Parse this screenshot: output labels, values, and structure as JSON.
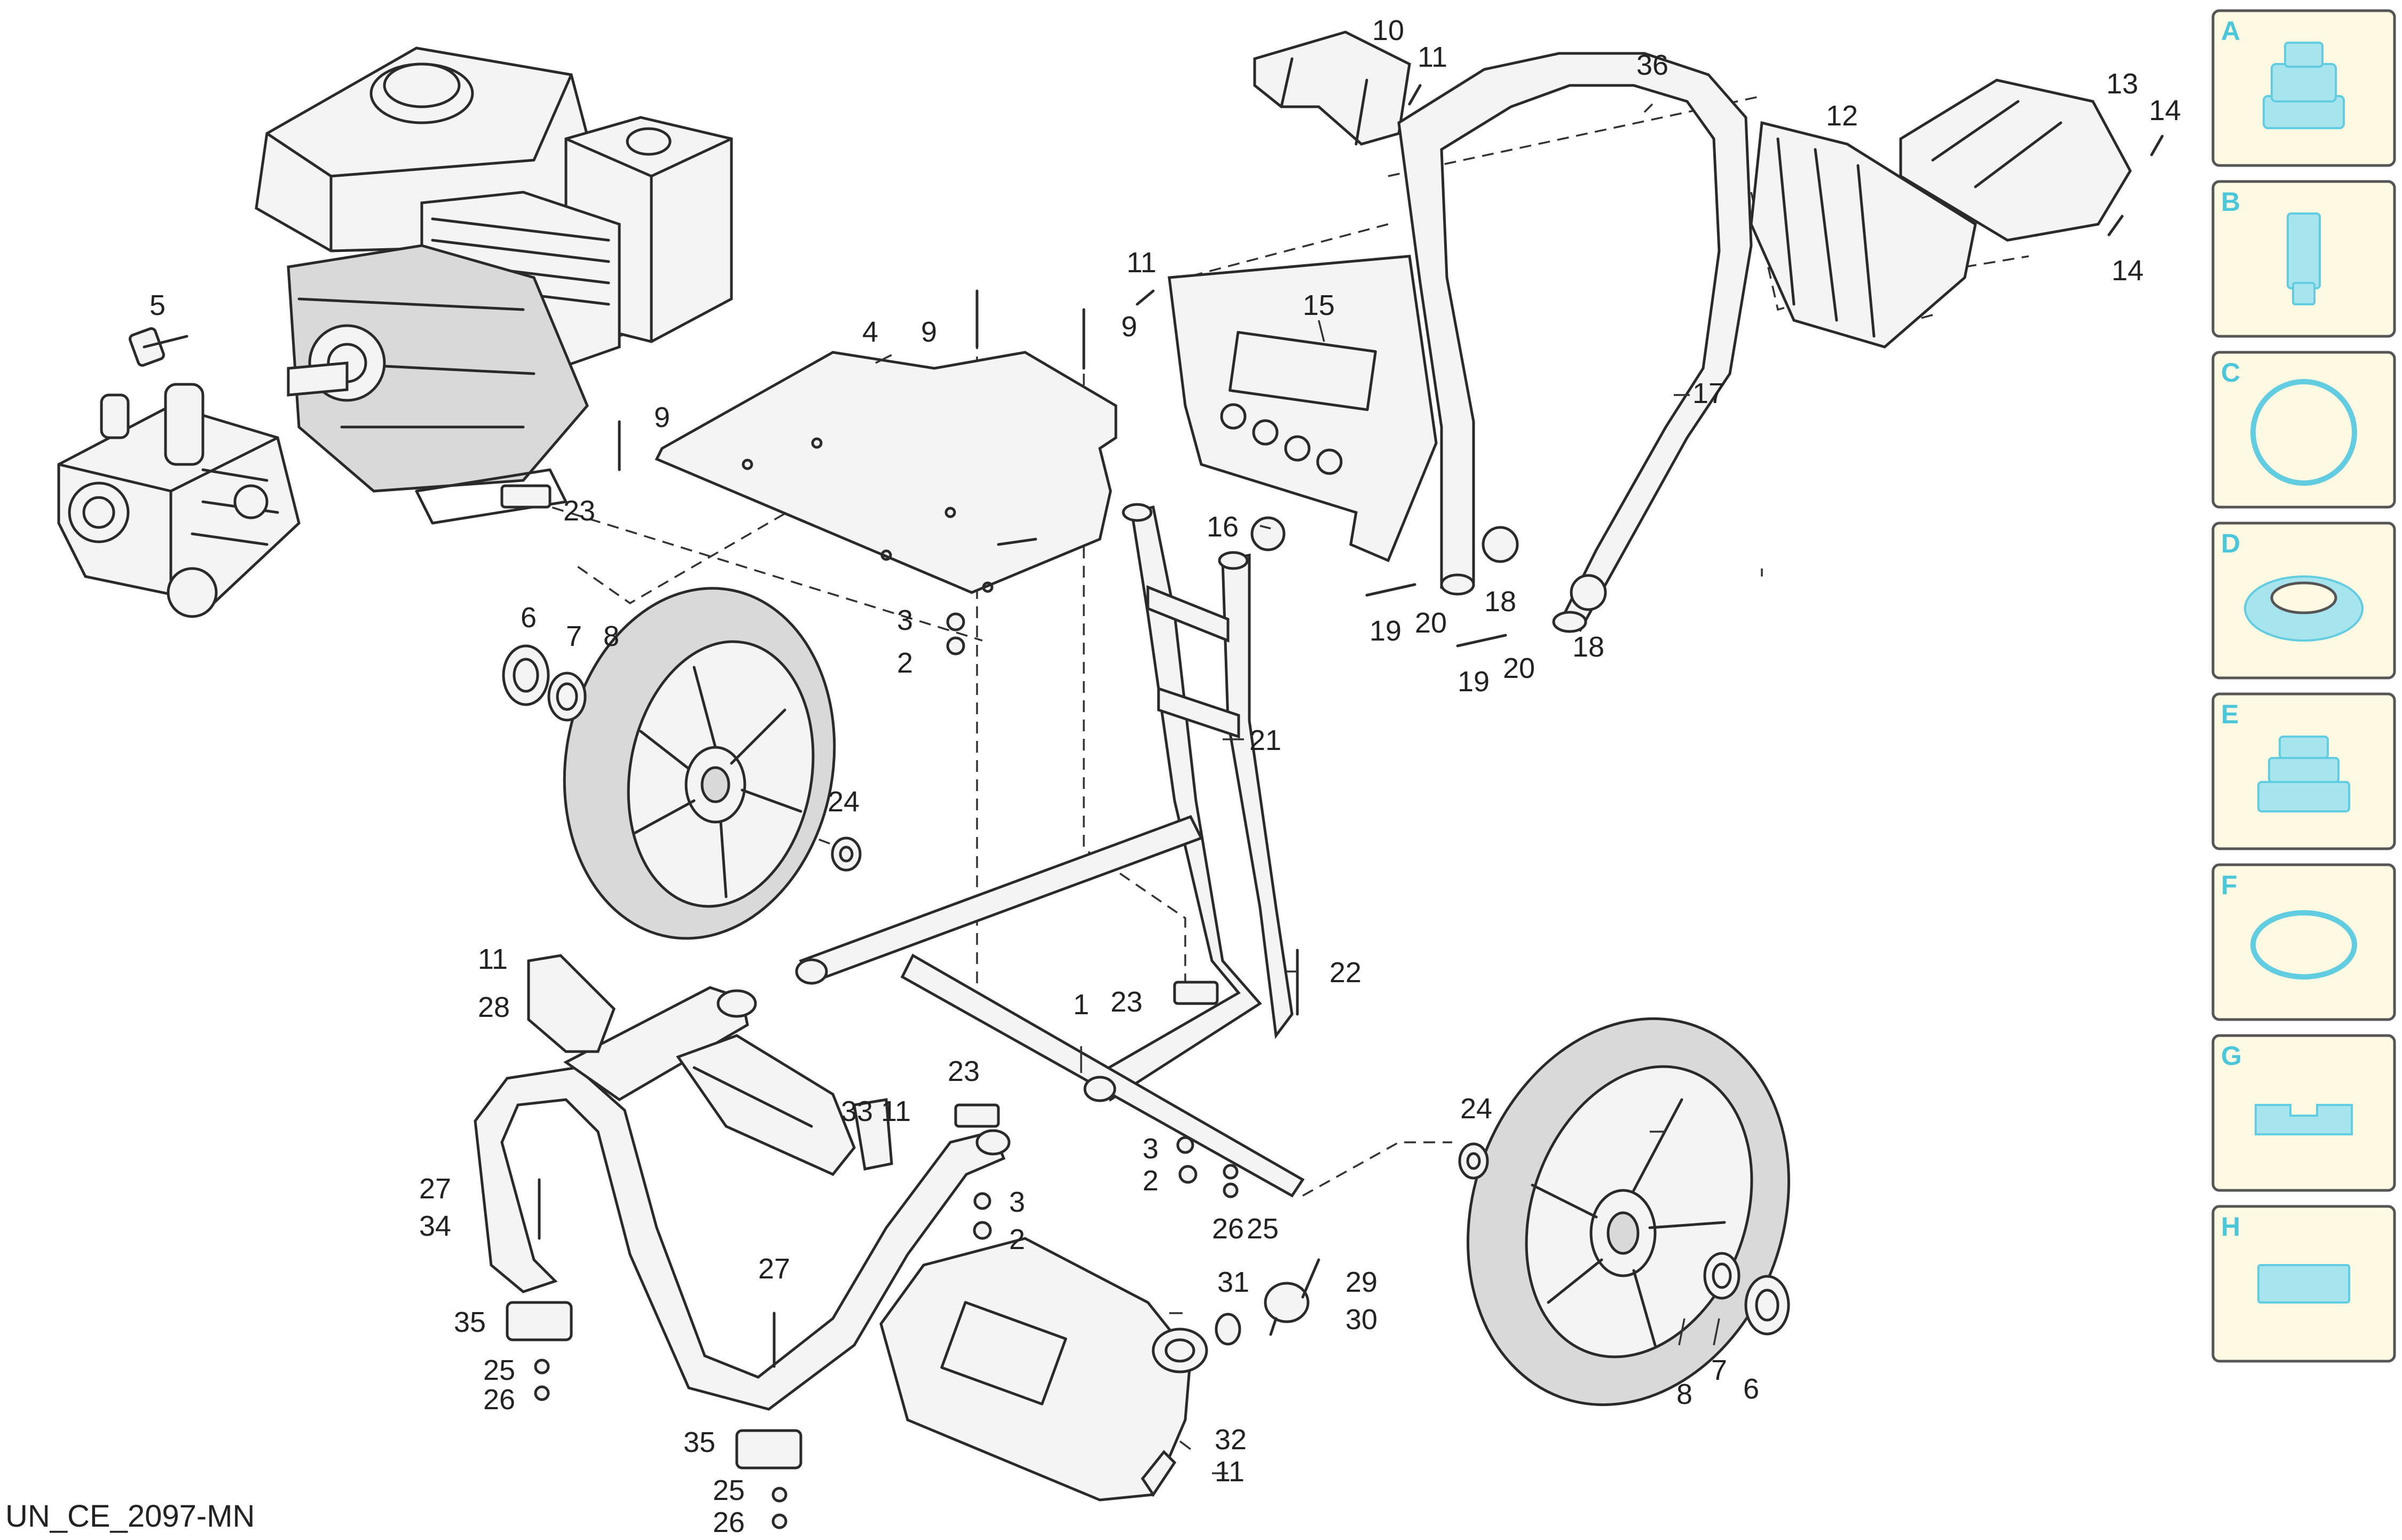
{
  "drawing_code": "UN_CE_2097-MN",
  "callouts": [
    {
      "id": "c1",
      "text": "1"
    },
    {
      "id": "c2a",
      "text": "2"
    },
    {
      "id": "c2b",
      "text": "2"
    },
    {
      "id": "c2c",
      "text": "2"
    },
    {
      "id": "c3a",
      "text": "3"
    },
    {
      "id": "c3b",
      "text": "3"
    },
    {
      "id": "c3c",
      "text": "3"
    },
    {
      "id": "c4",
      "text": "4"
    },
    {
      "id": "c5",
      "text": "5"
    },
    {
      "id": "c6a",
      "text": "6"
    },
    {
      "id": "c6b",
      "text": "6"
    },
    {
      "id": "c7a",
      "text": "7"
    },
    {
      "id": "c7b",
      "text": "7"
    },
    {
      "id": "c8a",
      "text": "8"
    },
    {
      "id": "c8b",
      "text": "8"
    },
    {
      "id": "c9a",
      "text": "9"
    },
    {
      "id": "c9b",
      "text": "9"
    },
    {
      "id": "c9c",
      "text": "9"
    },
    {
      "id": "c10",
      "text": "10"
    },
    {
      "id": "c11a",
      "text": "11"
    },
    {
      "id": "c11b",
      "text": "11"
    },
    {
      "id": "c11c",
      "text": "11"
    },
    {
      "id": "c11d",
      "text": "11"
    },
    {
      "id": "c11e",
      "text": "11"
    },
    {
      "id": "c12",
      "text": "12"
    },
    {
      "id": "c13",
      "text": "13"
    },
    {
      "id": "c14a",
      "text": "14"
    },
    {
      "id": "c14b",
      "text": "14"
    },
    {
      "id": "c15",
      "text": "15"
    },
    {
      "id": "c16",
      "text": "16"
    },
    {
      "id": "c17",
      "text": "17"
    },
    {
      "id": "c18a",
      "text": "18"
    },
    {
      "id": "c18b",
      "text": "18"
    },
    {
      "id": "c19a",
      "text": "19"
    },
    {
      "id": "c19b",
      "text": "19"
    },
    {
      "id": "c20a",
      "text": "20"
    },
    {
      "id": "c20b",
      "text": "20"
    },
    {
      "id": "c21",
      "text": "21"
    },
    {
      "id": "c22",
      "text": "22"
    },
    {
      "id": "c23a",
      "text": "23"
    },
    {
      "id": "c23b",
      "text": "23"
    },
    {
      "id": "c23c",
      "text": "23"
    },
    {
      "id": "c24a",
      "text": "24"
    },
    {
      "id": "c24b",
      "text": "24"
    },
    {
      "id": "c25a",
      "text": "25"
    },
    {
      "id": "c25b",
      "text": "25"
    },
    {
      "id": "c25c",
      "text": "25"
    },
    {
      "id": "c26a",
      "text": "26"
    },
    {
      "id": "c26b",
      "text": "26"
    },
    {
      "id": "c26c",
      "text": "26"
    },
    {
      "id": "c27a",
      "text": "27"
    },
    {
      "id": "c27b",
      "text": "27"
    },
    {
      "id": "c28",
      "text": "28"
    },
    {
      "id": "c29",
      "text": "29"
    },
    {
      "id": "c30",
      "text": "30"
    },
    {
      "id": "c31",
      "text": "31"
    },
    {
      "id": "c32",
      "text": "32"
    },
    {
      "id": "c33",
      "text": "33"
    },
    {
      "id": "c34",
      "text": "34"
    },
    {
      "id": "c35a",
      "text": "35"
    },
    {
      "id": "c35b",
      "text": "35"
    },
    {
      "id": "c36",
      "text": "36"
    }
  ],
  "side_panel": [
    {
      "letter": "A",
      "icon": "nozzle-quick-coupler-icon"
    },
    {
      "letter": "B",
      "icon": "spray-tip-icon"
    },
    {
      "letter": "C",
      "icon": "o-ring-large-icon"
    },
    {
      "letter": "D",
      "icon": "oil-seal-icon"
    },
    {
      "letter": "E",
      "icon": "stepped-adapter-icon"
    },
    {
      "letter": "F",
      "icon": "o-ring-oval-icon"
    },
    {
      "letter": "G",
      "icon": "rubber-pad-notched-icon"
    },
    {
      "letter": "H",
      "icon": "rubber-pad-flat-icon"
    }
  ],
  "colors": {
    "accent": "#4cc6d9",
    "panel_bg": "#fdf9e3",
    "line": "#2a2a2a"
  }
}
